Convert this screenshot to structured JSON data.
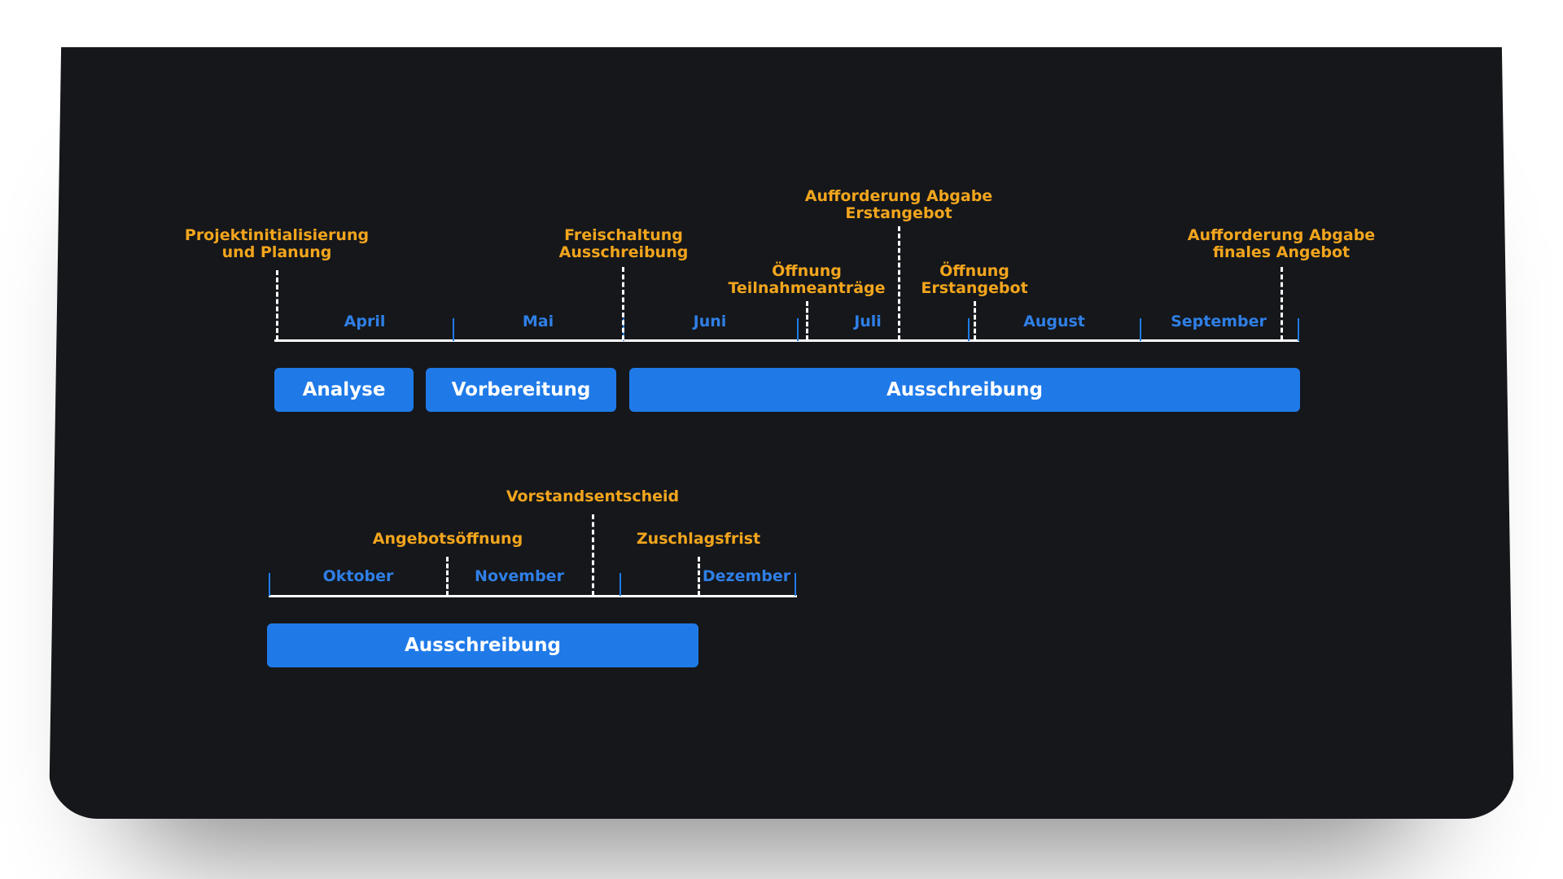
{
  "months_row1": [
    "April",
    "Mai",
    "Juni",
    "Juli",
    "August",
    "September"
  ],
  "months_row2": [
    "Oktober",
    "November",
    "Dezember"
  ],
  "milestones_row1": [
    {
      "label": "Projektinitialisierung\nund Planung"
    },
    {
      "label": "Freischaltung\nAusschreibung"
    },
    {
      "label": "Öffnung\nTeilnahmeanträge"
    },
    {
      "label": "Aufforderung Abgabe\nErstangebot"
    },
    {
      "label": "Öffnung\nErstangebot"
    },
    {
      "label": "Aufforderung Abgabe\nfinales Angebot"
    }
  ],
  "milestones_row2": [
    {
      "label": "Angebotsöffnung"
    },
    {
      "label": "Vorstandsentscheid"
    },
    {
      "label": "Zuschlagsfrist"
    }
  ],
  "phases_row1": [
    "Analyse",
    "Vorbereitung",
    "Ausschreibung"
  ],
  "phases_row2": [
    "Ausschreibung"
  ],
  "colors": {
    "background": "#15171b",
    "month_text": "#2f7fe6",
    "milestone_text": "#f2a51d",
    "phase_bar": "#1f7ae8",
    "axis_line": "#ffffff"
  }
}
